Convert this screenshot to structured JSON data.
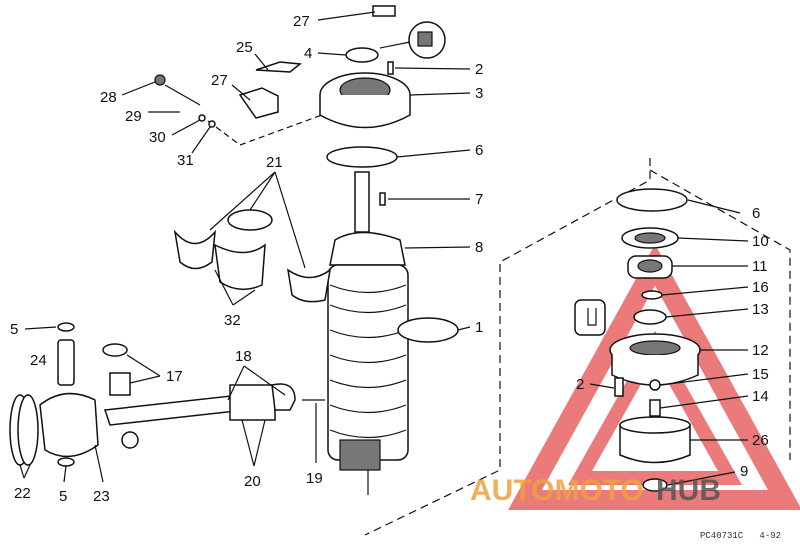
{
  "diagram": {
    "labels": {
      "l27a": "27",
      "l25": "25",
      "l4": "4",
      "l2a": "2",
      "l28": "28",
      "l27b": "27",
      "l3": "3",
      "l29": "29",
      "l30": "30",
      "l31": "31",
      "l6a": "6",
      "l21": "21",
      "l7": "7",
      "l8": "8",
      "l6b": "6",
      "l10": "10",
      "l11": "11",
      "l16": "16",
      "l13": "13",
      "l1": "1",
      "l5a": "5",
      "l24": "24",
      "l32": "32",
      "l18": "18",
      "l17": "17",
      "l12": "12",
      "l15": "15",
      "l2b": "2",
      "l14": "14",
      "l26": "26",
      "l22": "22",
      "l5b": "5",
      "l23": "23",
      "l20": "20",
      "l19": "19",
      "l9": "9"
    },
    "drawing_code": "PC40731C   4-92"
  },
  "watermark": {
    "text_a": "AUTOMOTO",
    "text_b": "HUB",
    "colors": {
      "red": "#e03030",
      "orange": "#f0a040",
      "gray": "#555555"
    }
  }
}
